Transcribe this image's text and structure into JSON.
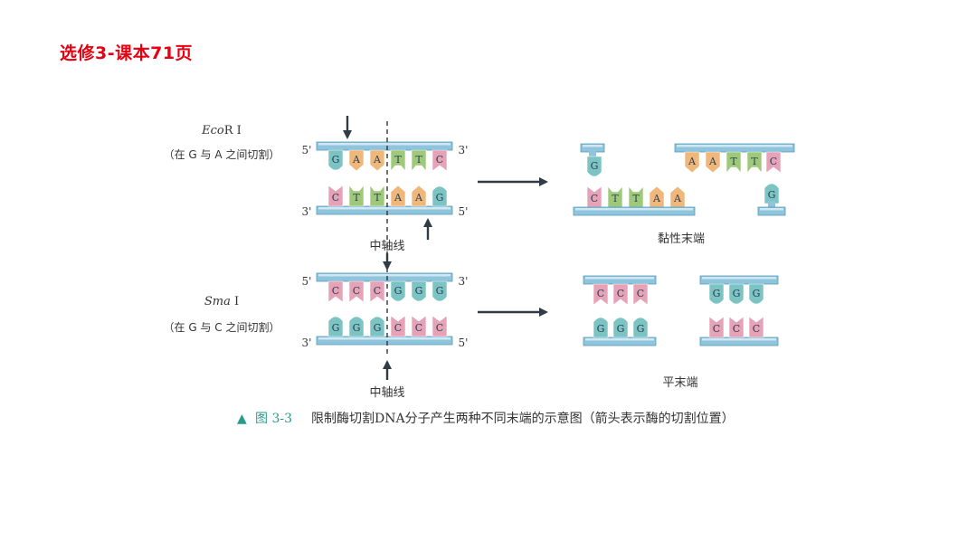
{
  "slide": {
    "title": "选修3-课本71页"
  },
  "ecori": {
    "enzyme_italic": "Eco",
    "enzyme_roman": "R Ⅰ",
    "site_note": "（在 G 与 A 之间切割）",
    "top_strand": [
      "G",
      "A",
      "A",
      "T",
      "T",
      "C"
    ],
    "bottom_strand": [
      "C",
      "T",
      "T",
      "A",
      "A",
      "G"
    ],
    "left_top_end": "5'",
    "right_top_end": "3'",
    "left_bottom_end": "3'",
    "right_bottom_end": "5'",
    "result_label": "黏性末端"
  },
  "smai": {
    "enzyme_italic": "Sma",
    "enzyme_roman": " Ⅰ",
    "site_note": "（在 G 与 C 之间切割）",
    "top_strand": [
      "C",
      "C",
      "C",
      "G",
      "G",
      "G"
    ],
    "bottom_strand": [
      "G",
      "G",
      "G",
      "C",
      "C",
      "C"
    ],
    "left_top_end": "5'",
    "right_top_end": "3'",
    "left_bottom_end": "3'",
    "right_bottom_end": "5'",
    "result_label": "平末端"
  },
  "axis_label_1": "中轴线",
  "axis_label_2": "中轴线",
  "caption": {
    "marker": "▲",
    "figure_number": "图 3-3",
    "text": "限制酶切割DNA分子产生两种不同末端的示意图（箭头表示酶的切割位置）"
  },
  "colors": {
    "G": "#7cc3c3",
    "A": "#f0b77a",
    "T": "#9ec97a",
    "C": "#e6a3b8",
    "backbone": "#8ec5dc",
    "arrow": "#2f3b45",
    "title": "#e60012",
    "caption_accent": "#2a9a8a"
  }
}
